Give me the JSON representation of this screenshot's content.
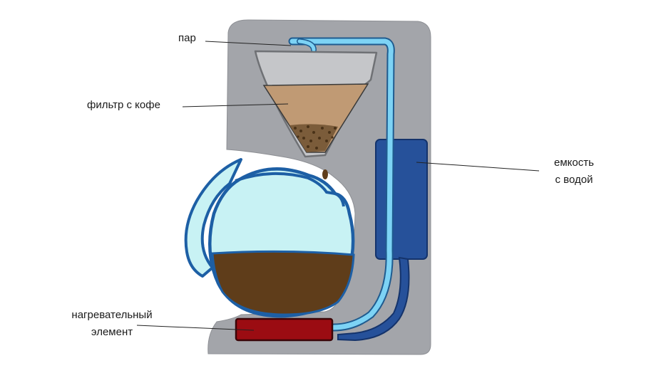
{
  "labels": {
    "steam": "пар",
    "coffee_filter": "фильтр с кофе",
    "water_tank": [
      "емкость",
      "с водой"
    ],
    "heating_element": [
      "нагревательный",
      "элемент"
    ]
  },
  "colors": {
    "body": "#a3a5aa",
    "filter_cone": "#c5c6c9",
    "coffee_grounds": "#c09a74",
    "pot_glass": "#c8f2f4",
    "pot_outline": "#1d5fa5",
    "coffee_liquid": "#5f3d1a",
    "water_tube": "#7dd3f5",
    "tank": "#26519a",
    "heater": "#9b0c12"
  }
}
